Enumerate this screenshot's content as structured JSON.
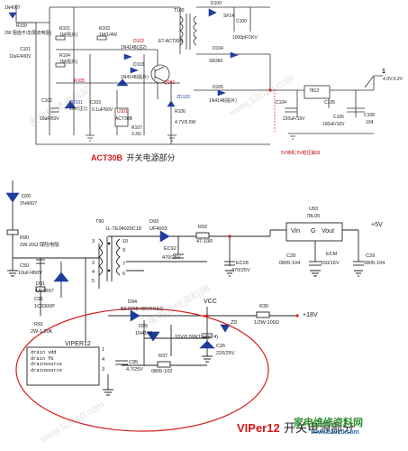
{
  "titles": {
    "top_model": "ACT30B",
    "top_text": "开关电源部分",
    "bottom_model": "VIPer12",
    "bottom_text": "开关电源部分"
  },
  "watermark": {
    "site_text": "家电维修资料网",
    "url_text": "www.52010.com",
    "logo_text": "家电维修资料网",
    "logo_url": "www.52010.com"
  },
  "top_circuit": {
    "labels": {
      "d_n4007": "1N4007",
      "r_in": "R100",
      "r_in_val": "2W 阻值不详(限流电阻)",
      "c_in": "C101",
      "c_in_val": "10uF/400V",
      "r101": "R101",
      "r101_val": "1M(贴片)",
      "r103": "R103",
      "r103_val": "1M/1/4W",
      "r104": "R104",
      "r104_val": "2M(贴片)",
      "r105": "R105",
      "c102": "C102",
      "c102_val": "10uF/50V",
      "zd101": "ZD101",
      "zd101_val": "10V(注1)",
      "c103": "C103",
      "c103_val": "0.1uF/50V",
      "r107": "R107",
      "r107_val": "3.3Ω",
      "ic": "U101",
      "ic_val": "ACT30B",
      "q101": "Q101",
      "r106": "R106",
      "d102": "D102",
      "d102_val": "1N4148(注2)",
      "d103": "D103",
      "d103_val": "1N4148(贴片)",
      "zd102": "ZD102",
      "zd102_val": "4.7V/0.5W",
      "t100": "T100",
      "t100_val": "ET-ACT30B",
      "d100": "D100",
      "d100_val": "SF14",
      "c100": "C100",
      "c100_val": "1000pF/1KV",
      "d104": "D104",
      "d104_val": "SR360",
      "d105": "D105",
      "d105_val": "1N4148(贴片)",
      "u102": "7812",
      "c104": "C104",
      "c104_val": "220uF/16V",
      "c105": "C105",
      "c105_val": "2200pF/16V",
      "c106": "C106",
      "c106_val": "100uF/16V",
      "c108": "C108",
      "c108_val": "104",
      "out_label": "4.9V-5.2V",
      "out_num": "1",
      "note": "5V待机 5V稳压输出"
    }
  },
  "bottom_circuit": {
    "labels": {
      "d20": "D20",
      "d20_val": "1N4007",
      "r_in": "R90",
      "r_in_val": "2W-20Ω 保险电阻",
      "c50": "C50",
      "c50_val": "10uF/450V",
      "d91": "D91",
      "d91_val": "UF4007",
      "c91": "C91",
      "c91_val": "1C3300P",
      "r91": "R91",
      "r91_val": "2W-1.20K",
      "t90": "T90",
      "t90_val": "IL-TE04029C18",
      "pin10": "10",
      "pin9": "9",
      "pin7": "7",
      "pin3": "3",
      "pin2": "2",
      "pin4": "4",
      "pin5": "5",
      "pin6": "6",
      "d93": "D93",
      "d93_val": "UF4003",
      "r92": "R92",
      "r92_val": "47-10R",
      "ec92": "EC92",
      "ec92_val": "470/25V",
      "ec28": "EC28",
      "ec28_val": "470/25V",
      "u93": "U93",
      "u93_val": "78L05",
      "u93_in": "Vin",
      "u93_gnd": "G",
      "u93_out": "Vout",
      "c28": "C28",
      "c28_val": "0805-104",
      "c29": "C29",
      "c29_val": "0805-104",
      "ecm": "ECM",
      "ecm_val": "150/16V",
      "plus5v": "+5V",
      "d94": "D94",
      "d94_val": "BE230B-0BV5GEC",
      "vcc": "VCC",
      "r30": "R30",
      "r30_val": "1/2W-100Ω",
      "plus18v": "+18V",
      "d95": "D95",
      "d95_val": "1N4148",
      "zd": "ZD",
      "zd_val": "15V/0.5W(15mgT4)",
      "c26": "C26",
      "c26_val": "220/25V",
      "r37": "R37",
      "r37_val": "0805-103",
      "c95": "C95",
      "c95_val": "4.7/25V",
      "ic": "VIPER12",
      "ic_pin1": "drain vdd",
      "ic_pin2": "drain  fb",
      "ic_pin3": "drainsource",
      "ic_pin4": "drainsource",
      "ic_n1": "1",
      "ic_n2": "4",
      "ic_n3": "3"
    }
  }
}
